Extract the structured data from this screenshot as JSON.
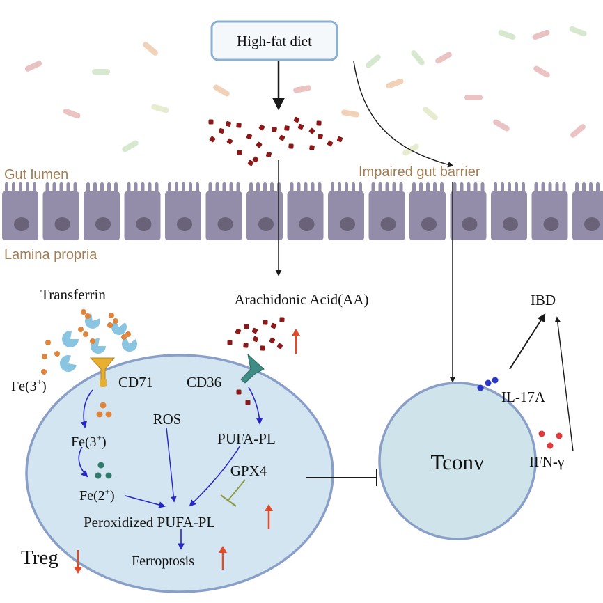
{
  "input_box": {
    "label": "High-fat diet"
  },
  "regions": {
    "gut_lumen": "Gut lumen",
    "impaired_barrier": "Impaired gut barrier",
    "lamina_propria": "Lamina propria"
  },
  "molecules": {
    "arachidonic_acid": "Arachidonic Acid(AA)",
    "transferrin": "Transferrin",
    "fe3_outside": {
      "base": "Fe(3",
      "sup": "+",
      "tail": ")"
    }
  },
  "treg_cell": {
    "cd71": "CD71",
    "cd36": "CD36",
    "ros": "ROS",
    "pufa_pl": "PUFA-PL",
    "fe3_inside": {
      "base": "Fe(3",
      "sup": "+",
      "tail": ")"
    },
    "fe2_inside": {
      "base": "Fe(2",
      "sup": "+",
      "tail": ")"
    },
    "gpx4": "GPX4",
    "peroxidized": "Peroxidized PUFA-PL",
    "ferroptosis": "Ferroptosis",
    "label": "Treg"
  },
  "tconv": {
    "label": "Tconv",
    "il17a": "IL-17A",
    "ifng": "IFN-γ"
  },
  "outcome": {
    "ibd": "IBD"
  },
  "colors": {
    "cell_fill": "#d3e5f0",
    "cell_stroke": "#8a9fc8",
    "tconv_fill": "#cfe4ea",
    "epithelium": "#948da9",
    "nucleus": "#696279",
    "aa_particle": "#8a1a1a",
    "fe3_dot": "#e0843c",
    "fe2_dot": "#2f7a6c",
    "transferrin": "#89c4e0",
    "cd71": "#e8b030",
    "cd36": "#3f8c84",
    "blue_arrow": "#2626c8",
    "up_arrow": "#e04a2a",
    "gpx4_inhibit": "#8a9a40",
    "il17a_dot": "#2a36c8",
    "ifng_dot": "#e03a3a",
    "region_text": "#a07d55"
  }
}
